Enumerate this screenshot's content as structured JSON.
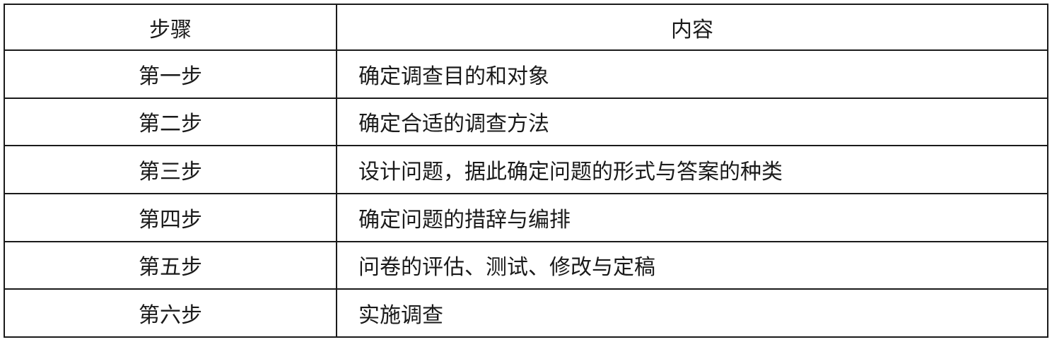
{
  "table": {
    "headers": [
      "步骤",
      "内容"
    ],
    "rows": [
      {
        "step": "第一步",
        "content": "确定调查目的和对象"
      },
      {
        "step": "第二步",
        "content": "确定合适的调查方法"
      },
      {
        "step": "第三步",
        "content": "设计问题，据此确定问题的形式与答案的种类"
      },
      {
        "step": "第四步",
        "content": "确定问题的措辞与编排"
      },
      {
        "step": "第五步",
        "content": "问卷的评估、测试、修改与定稿"
      },
      {
        "step": "第六步",
        "content": "实施调查"
      }
    ]
  }
}
